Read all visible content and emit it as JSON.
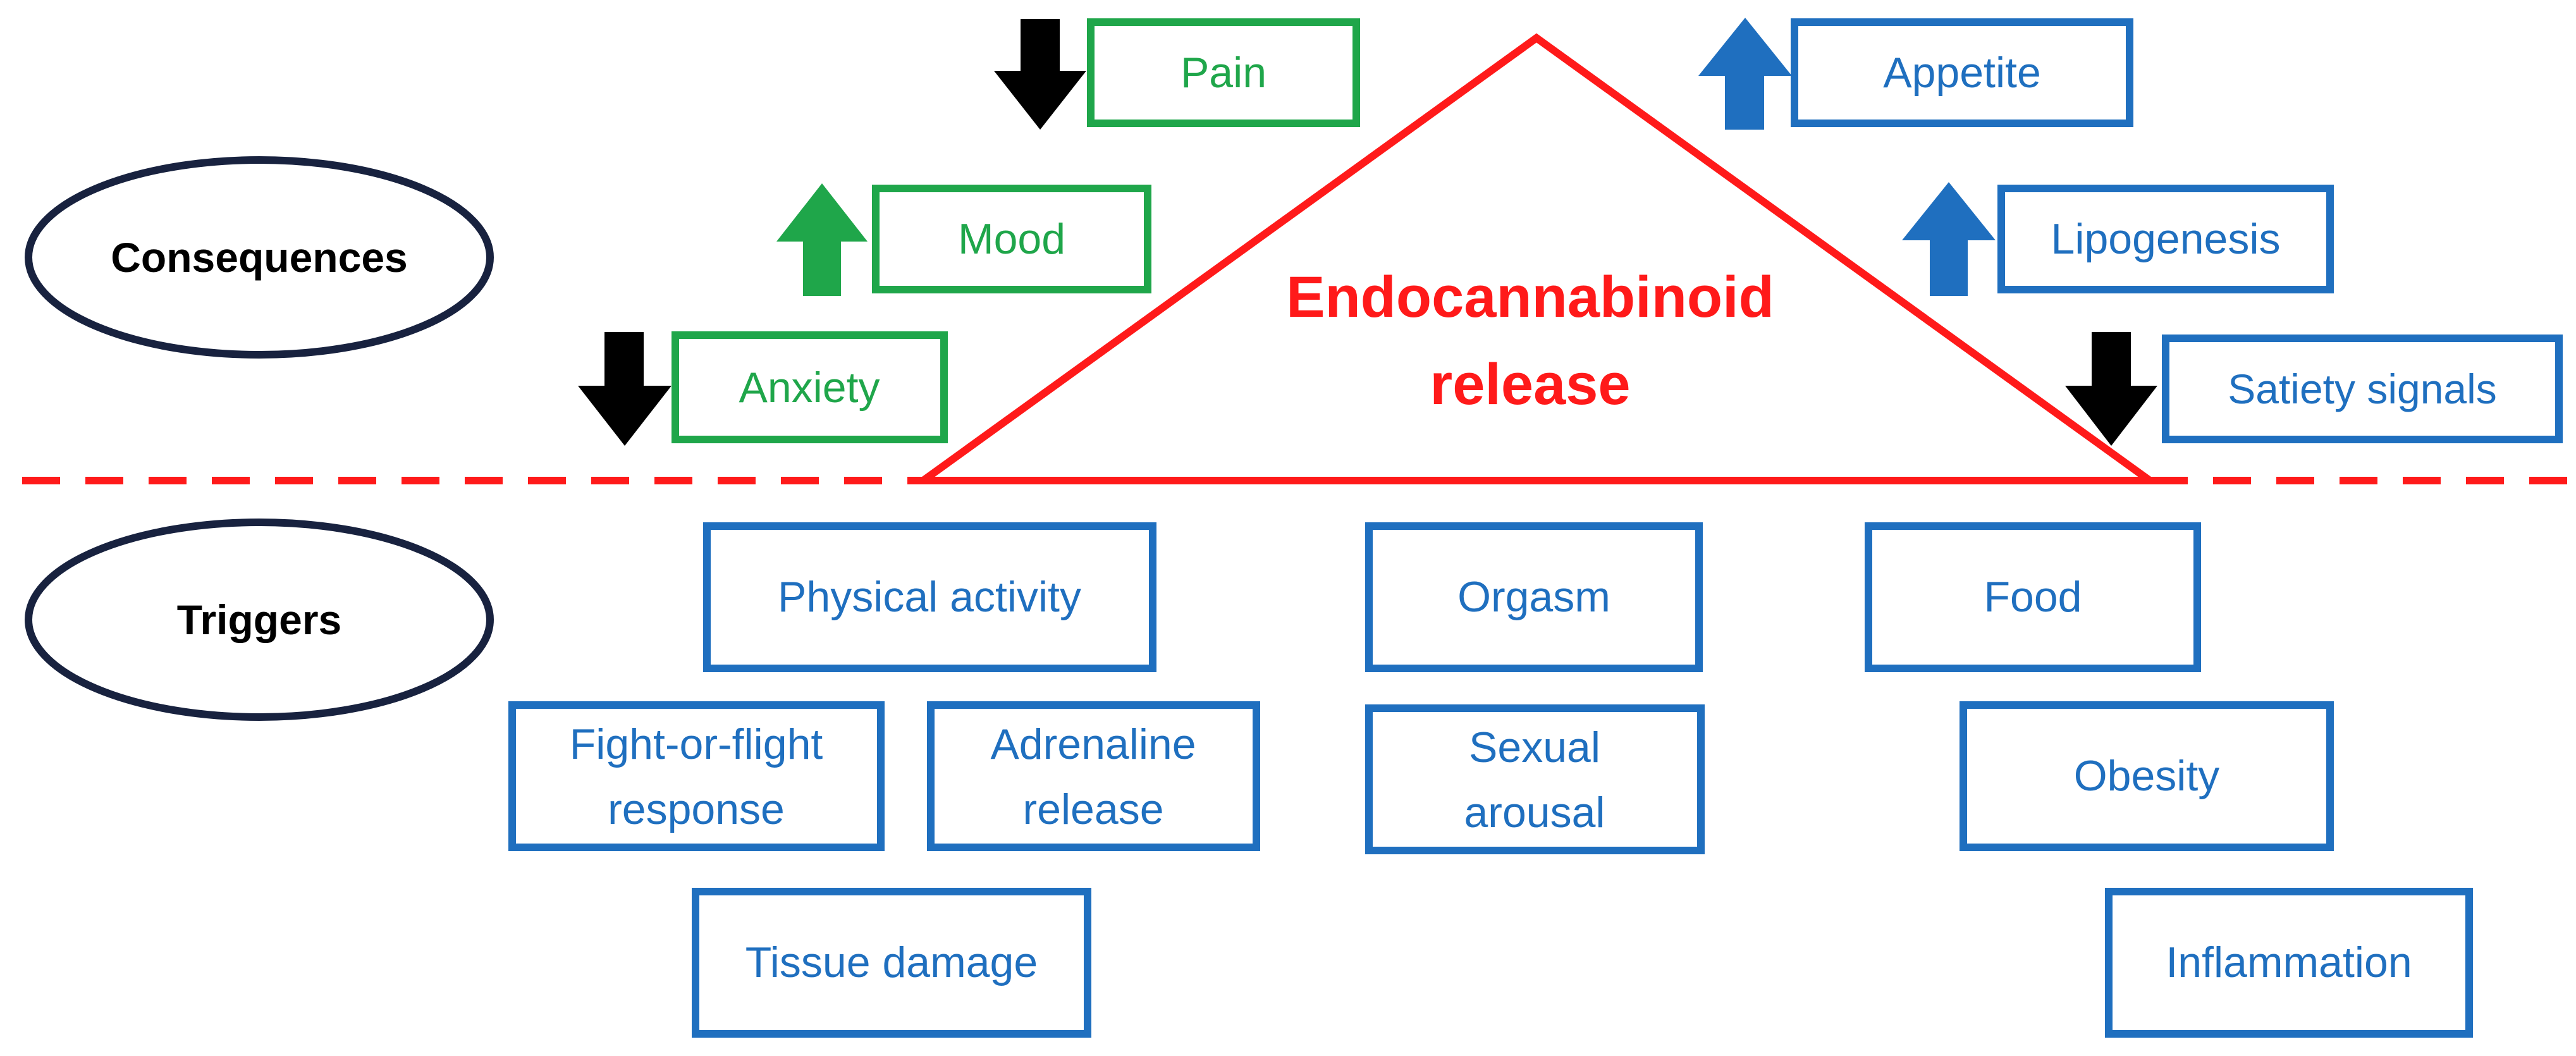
{
  "colors": {
    "green": "#1fa64a",
    "blue": "#1f6fbf",
    "red": "#ff1a1a",
    "black": "#000000",
    "navy": "#18223f",
    "green_arrow": "#1fa64a",
    "blue_arrow": "#1f6fbf"
  },
  "labels": {
    "consequences": "Consequences",
    "triggers": "Triggers"
  },
  "center": {
    "line1": "Endocannabinoid",
    "line2": "release"
  },
  "consequences": {
    "pain": {
      "text": "Pain",
      "direction": "down"
    },
    "mood": {
      "text": "Mood",
      "direction": "up"
    },
    "anxiety": {
      "text": "Anxiety",
      "direction": "down"
    },
    "appetite": {
      "text": "Appetite",
      "direction": "up"
    },
    "lipogenesis": {
      "text": "Lipogenesis",
      "direction": "up"
    },
    "satiety": {
      "text": "Satiety signals",
      "direction": "down"
    }
  },
  "triggers": {
    "physical_activity": [
      "Physical activity"
    ],
    "fight_flight": [
      "Fight-or-flight",
      "response"
    ],
    "adrenaline": [
      "Adrenaline",
      "release"
    ],
    "tissue_damage": [
      "Tissue damage"
    ],
    "orgasm": [
      "Orgasm"
    ],
    "sexual_arousal": [
      "Sexual",
      "arousal"
    ],
    "food": [
      "Food"
    ],
    "obesity": [
      "Obesity"
    ],
    "inflammation": [
      "Inflammation"
    ]
  }
}
